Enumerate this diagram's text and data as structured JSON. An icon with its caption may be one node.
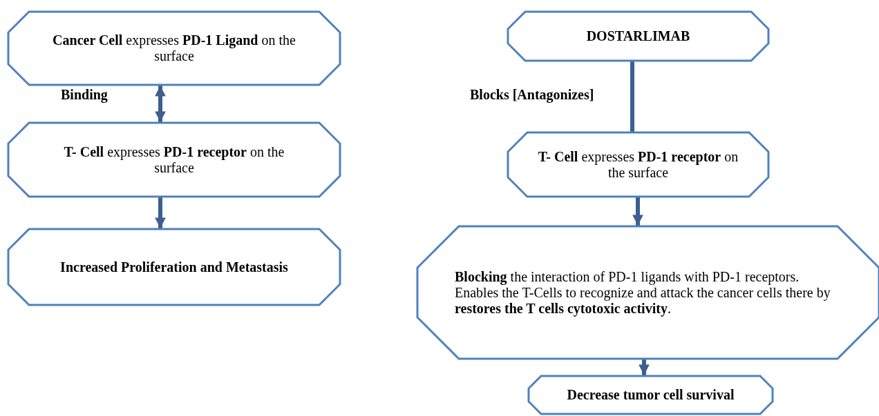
{
  "diagram": {
    "nodes": [
      {
        "text": [
          "**Cancer Cell** expresses **PD-1 Ligand** on the surface"
        ]
      },
      {
        "text": [
          "**T- Cell** expresses **PD-1 receptor** on the surface"
        ]
      },
      {
        "text": [
          "Increased Proliferation and Metastasis"
        ]
      },
      {
        "text": [
          "DOSTARLIMAB"
        ]
      },
      {
        "text": [
          "**T- Cell** expresses **PD-1 receptor** on the surface"
        ]
      },
      {
        "text": [
          "**Blocking** the interaction of PD-1 ligands with PD-1 receptors.",
          "Enables the T-Cells to recognize and attack the cancer cells there by **restores the T cells cytotoxic activity**."
        ]
      },
      {
        "text": [
          "Decrease tumor cell survival"
        ]
      }
    ],
    "edges": [
      {
        "from": 0,
        "to": 1,
        "arrow": "both",
        "label": "Binding"
      },
      {
        "from": 1,
        "to": 2,
        "arrow": "to"
      },
      {
        "from": 3,
        "to": 4,
        "arrow": "none",
        "label": "Blocks [Antagonizes]"
      },
      {
        "from": 4,
        "to": 5,
        "arrow": "to"
      },
      {
        "from": 5,
        "to": 6,
        "arrow": "to"
      }
    ]
  }
}
